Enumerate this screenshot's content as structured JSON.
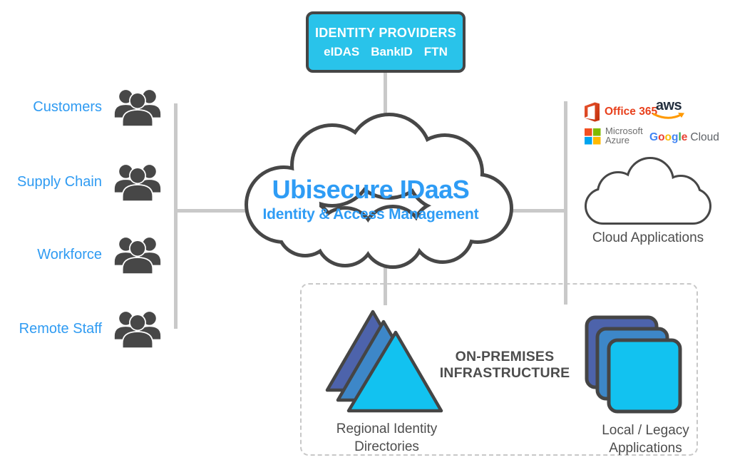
{
  "identity_providers": {
    "title": "IDENTITY PROVIDERS",
    "providers": [
      "eIDAS",
      "BankID",
      "FTN"
    ]
  },
  "main_cloud": {
    "title": "Ubisecure IDaaS",
    "subtitle": "Identity & Access Management"
  },
  "user_groups": [
    {
      "label": "Customers"
    },
    {
      "label": "Supply Chain"
    },
    {
      "label": "Workforce"
    },
    {
      "label": "Remote Staff"
    }
  ],
  "cloud_applications": {
    "label": "Cloud Applications",
    "office365": "Office 365",
    "aws": "aws",
    "microsoft": {
      "line1": "Microsoft",
      "line2": "Azure"
    },
    "google": {
      "letters": [
        "G",
        "o",
        "o",
        "g",
        "l",
        "e"
      ],
      "suffix": "Cloud"
    }
  },
  "on_premises": {
    "title": {
      "line1": "ON-PREMISES",
      "line2": "INFRASTRUCTURE"
    },
    "regional_identity_directories": {
      "line1": "Regional Identity",
      "line2": "Directories"
    },
    "local_legacy_applications": {
      "line1": "Local / Legacy",
      "line2": "Applications"
    }
  },
  "colors": {
    "accent_blue": "#2e9cf5",
    "cyan_box": "#29c3ea",
    "cyan_bright": "#12c2f0",
    "mid_blue": "#3d87c8",
    "dark_blue": "#4d63ab",
    "charcoal_stroke": "#474747",
    "text_gray": "#4d4d4d",
    "line_gray": "#c9c9c9",
    "office_orange": "#e8401c",
    "aws_dark": "#232f3e",
    "aws_orange": "#ff9900",
    "ms_red": "#f25022",
    "ms_green": "#7fba00",
    "ms_blue": "#00a4ef",
    "ms_yellow": "#ffb900",
    "google_blue": "#4285f4",
    "google_red": "#ea4335",
    "google_yellow": "#fbbc05",
    "google_green": "#34a853",
    "google_gray": "#5f6368"
  }
}
